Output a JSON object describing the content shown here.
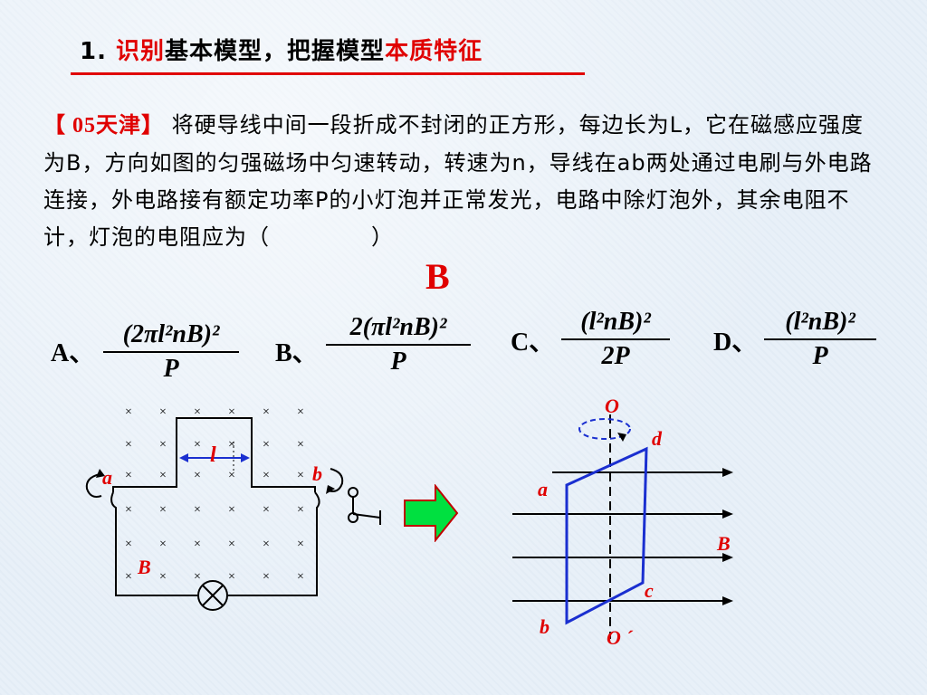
{
  "title": {
    "num": "1.",
    "red1": "识别",
    "mid": "基本模型，把握模型",
    "red2": "本质特征"
  },
  "question": {
    "tag": "【 05天津】",
    "text": " 将硬导线中间一段折成不封闭的正方形，每边长为L，它在磁感应强度为B，方向如图的匀强磁场中匀速转动，转速为n，导线在ab两处通过电刷与外电路连接，外电路接有额定功率P的小灯泡并正常发光，电路中除灯泡外，其余电阻不计，灯泡的电阻应为（",
    "close": "）",
    "answer": "B"
  },
  "options": [
    {
      "label": "A、",
      "num": "(2πl²nB)²",
      "den": "P"
    },
    {
      "label": "B、",
      "num": "2(πl²nB)²",
      "den": "P"
    },
    {
      "label": "C、",
      "num": "(l²nB)²",
      "den": "2P"
    },
    {
      "label": "D、",
      "num": "(l²nB)²",
      "den": "P"
    }
  ],
  "fig1": {
    "label_a": "a",
    "label_b": "b",
    "label_l": "l",
    "label_B": "B"
  },
  "fig2": {
    "label_O": "O",
    "label_O2": "O ´",
    "label_a": "a",
    "label_b": "b",
    "label_c": "c",
    "label_d": "d",
    "label_B": "B"
  },
  "colors": {
    "accent": "#e00000",
    "coil": "#1a2fd0",
    "arrow_fill": "#00e040"
  }
}
